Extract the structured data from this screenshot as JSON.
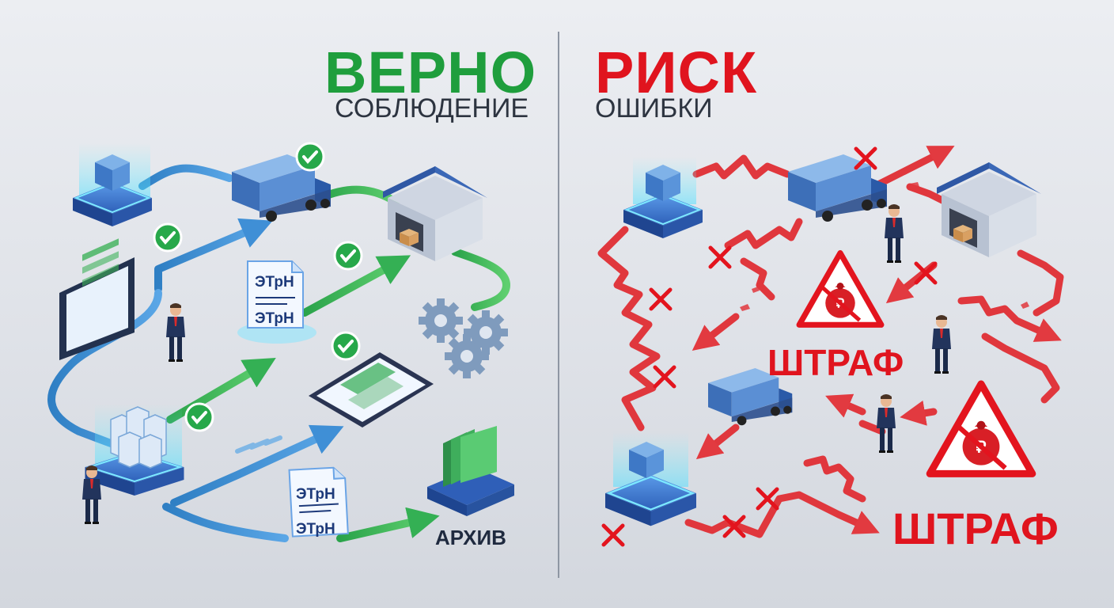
{
  "left_panel": {
    "title": "ВЕРНО",
    "subtitle": "СОБЛЮДЕНИЕ",
    "document_label": "ЭТрН",
    "archive_label": "АРХИВ",
    "title_color": "#1f9e3d"
  },
  "right_panel": {
    "title": "РИСК",
    "subtitle": "ОШИБКИ",
    "penalty_label": "ШТРАФ",
    "title_color": "#e0141e"
  },
  "icons": [
    "box-icon",
    "truck-icon",
    "warehouse-icon",
    "tablet-icon",
    "gears-icon",
    "server-icon",
    "archive-folder-icon",
    "document-icon",
    "checkmark-icon",
    "cross-icon",
    "money-bag-icon",
    "warning-triangle-icon",
    "person-icon"
  ]
}
